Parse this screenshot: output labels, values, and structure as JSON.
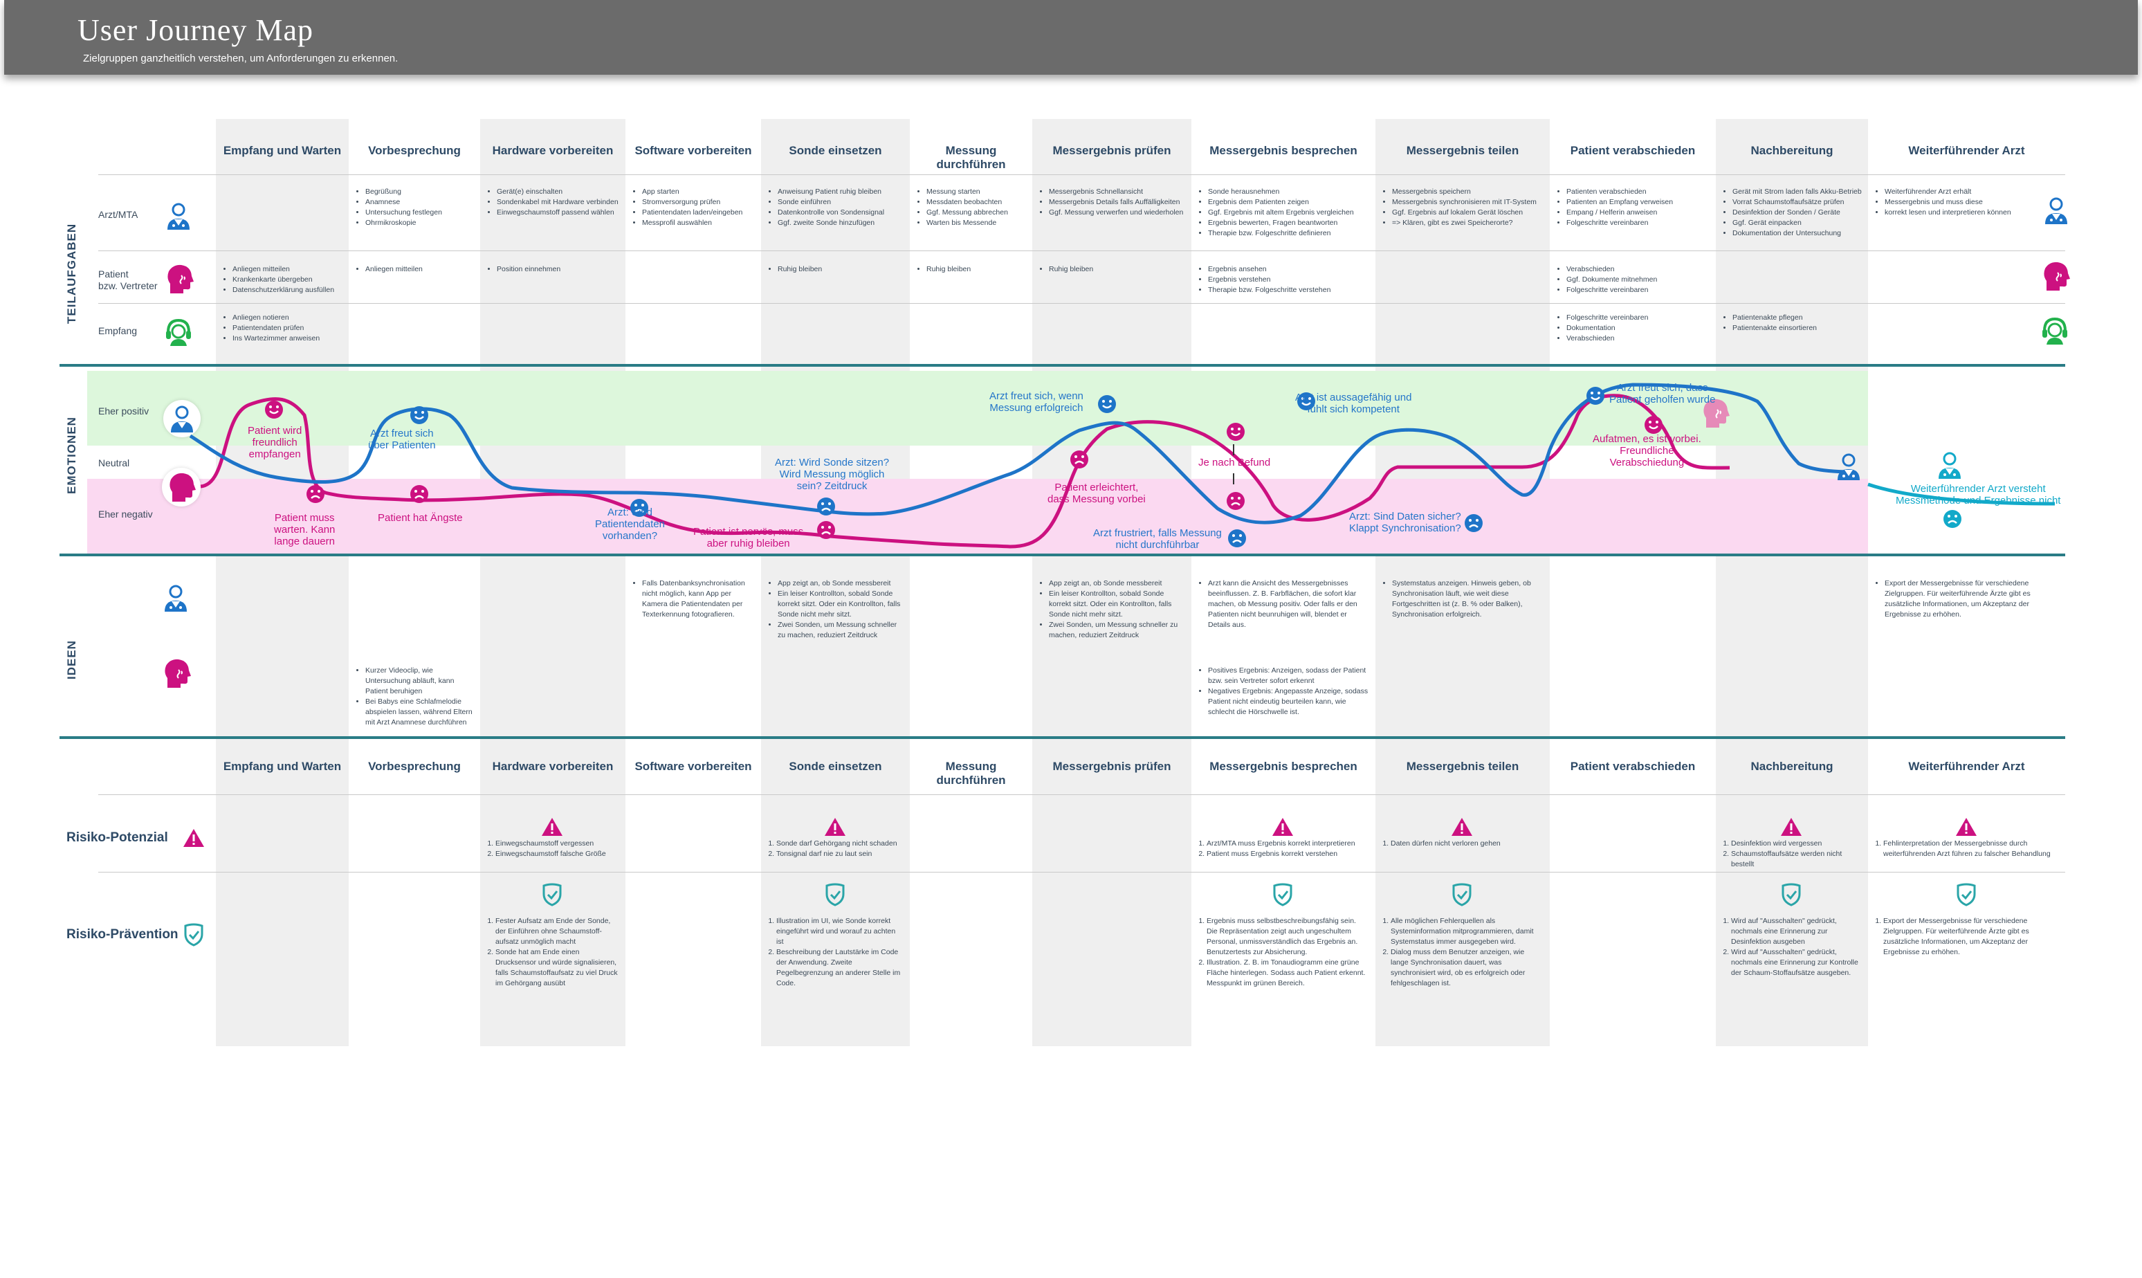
{
  "header": {
    "title": "User Journey Map",
    "subtitle": "Zielgruppen ganzheitlich verstehen, um Anforderungen zu erkennen."
  },
  "phases": [
    "Empfang und Warten",
    "Vorbesprechung",
    "Hardware vorbereiten",
    "Software vorbereiten",
    "Sonde einsetzen",
    "Messung durchführen",
    "Messergebnis prüfen",
    "Messergebnis besprechen",
    "Messergebnis teilen",
    "Patient verabschieden",
    "Nachbereitung",
    "Weiterführender Arzt"
  ],
  "sections": {
    "teilaufgaben": "TEILAUFGABEN",
    "emotionen": "EMOTIONEN",
    "ideen": "IDEEN"
  },
  "roles": {
    "arzt": "Arzt/MTA",
    "patient": "Patient\nbzw. Vertreter",
    "empfang": "Empfang"
  },
  "emotion_levels": {
    "positive": "Eher positiv",
    "neutral": "Neutral",
    "negative": "Eher negativ"
  },
  "tasks": {
    "arzt": {
      "1": [
        "Begrüßung",
        "Anamnese",
        "Untersuchung festlegen",
        "Ohrmikroskopie"
      ],
      "2": [
        "Gerät(e) einschalten",
        "Sondenkabel mit Hardware verbinden",
        "Einwegschaumstoff passend wählen"
      ],
      "3": [
        "App starten",
        "Stromversorgung prüfen",
        "Patientendaten laden/eingeben",
        "Messprofil auswählen"
      ],
      "4": [
        "Anweisung Patient ruhig bleiben",
        "Sonde einführen",
        "Datenkontrolle von Sondensignal",
        "Ggf. zweite Sonde hinzufügen"
      ],
      "5": [
        "Messung starten",
        "Messdaten beobachten",
        "Ggf. Messung abbrechen",
        "Warten bis Messende"
      ],
      "6": [
        "Messergebnis Schnellansicht",
        "Messergebnis Details falls Auffälligkeiten",
        "Ggf. Messung verwerfen und wiederholen"
      ],
      "7": [
        "Sonde herausnehmen",
        "Ergebnis dem Patienten zeigen",
        "Ggf. Ergebnis mit altem Ergebnis vergleichen",
        "Ergebnis bewerten, Fragen beantworten",
        "Therapie bzw. Folgeschritte definieren"
      ],
      "8": [
        "Messergebnis speichern",
        "Messergebnis synchronisieren mit IT-System",
        "Ggf. Ergebnis auf lokalem Gerät löschen",
        "=> Klären, gibt es zwei Speicherorte?"
      ],
      "9": [
        "Patienten verabschieden",
        "Patienten an Empfang verweisen",
        "Empang / Helferin anweisen",
        "Folgeschritte vereinbaren"
      ],
      "10": [
        "Gerät mit Strom laden falls Akku-Betrieb",
        "Vorrat Schaumstoffaufsätze prüfen",
        "Desinfektion der Sonden / Geräte",
        "Ggf. Gerät einpacken",
        "Dokumentation der Untersuchung"
      ],
      "11": [
        "Weiterführender Arzt erhält",
        "Messergebnis und muss diese",
        "korrekt lesen und interpretieren können"
      ]
    },
    "patient": {
      "0": [
        "Anliegen mitteilen",
        "Krankenkarte übergeben",
        "Datenschutzerklärung ausfüllen"
      ],
      "1": [
        "Anliegen mitteilen"
      ],
      "2": [
        "Position einnehmen"
      ],
      "4": [
        "Ruhig bleiben"
      ],
      "5": [
        "Ruhig bleiben"
      ],
      "6": [
        "Ruhig bleiben"
      ],
      "7": [
        "Ergebnis ansehen",
        "Ergebnis verstehen",
        "Therapie bzw. Folgeschritte verstehen"
      ],
      "9": [
        "Verabschieden",
        "Ggf. Dokumente mitnehmen",
        "Folgeschritte vereinbaren"
      ]
    },
    "empfang": {
      "0": [
        "Anliegen notieren",
        "Patientendaten prüfen",
        "Ins Wartezimmer anweisen"
      ],
      "9": [
        "Folgeschritte vereinbaren",
        "Dokumentation",
        "Verabschieden"
      ],
      "10": [
        "Patientenakte pflegen",
        "Patientenakte einsortieren"
      ]
    }
  },
  "emotions": [
    {
      "text": "Patient wird\nfreundlich\nempfangen",
      "c": "mag"
    },
    {
      "text": "Patient muss\nwarten. Kann\nlange dauern",
      "c": "mag"
    },
    {
      "text": "Arzt freut sich\nüber Patienten",
      "c": "blue"
    },
    {
      "text": "Patient hat Ängste",
      "c": "mag"
    },
    {
      "text": "Arzt: Sind\nPatientendaten\nvorhanden?",
      "c": "blue"
    },
    {
      "text": "Patient ist nervös, muss\naber ruhig bleiben",
      "c": "mag"
    },
    {
      "text": "Arzt: Wird Sonde sitzen?\nWird Messung möglich\nsein? Zeitdruck",
      "c": "blue"
    },
    {
      "text": "Arzt freut sich, wenn\nMessung erfolgreich",
      "c": "blue"
    },
    {
      "text": "Patient erleichtert,\ndass Messung vorbei",
      "c": "mag"
    },
    {
      "text": "Arzt frustriert, falls Messung\nnicht durchführbar",
      "c": "blue"
    },
    {
      "text": "Je nach Befund",
      "c": "mag"
    },
    {
      "text": "Arzt ist aussagefähig und\nfühlt sich kompetent",
      "c": "blue"
    },
    {
      "text": "Arzt: Sind Daten sicher?\nKlappt Synchronisation?",
      "c": "blue"
    },
    {
      "text": "Arzt freut sich, dass\nPatient geholfen wurde",
      "c": "blue"
    },
    {
      "text": "Aufatmen, es ist vorbei.\nFreundliche\nVerabschiedung",
      "c": "mag"
    },
    {
      "text": "Weiterführender Arzt versteht\nMessmethode und Ergebnisse nicht",
      "c": "cyan"
    }
  ],
  "ideas": {
    "arzt": {
      "3": [
        "Falls Datenbanksynchronisation nicht möglich, kann App per Kamera die Patientendaten per Texterkennung fotografieren."
      ],
      "4": [
        "App zeigt an, ob Sonde messbereit",
        "Ein leiser Kontrollton, sobald Sonde korrekt sitzt. Oder ein Kontrollton, falls Sonde nicht mehr sitzt.",
        "Zwei Sonden, um Messung schneller zu machen, reduziert Zeitdruck"
      ],
      "6": [
        "App zeigt an, ob Sonde messbereit",
        "Ein leiser Kontrollton, sobald Sonde korrekt sitzt. Oder ein Kontrollton, falls Sonde nicht mehr sitzt.",
        "Zwei Sonden, um Messung schneller zu machen, reduziert Zeitdruck"
      ],
      "7": [
        "Arzt kann die Ansicht des Messergebnisses beeinflussen. Z. B. Farbflächen, die sofort klar machen, ob Messung positiv. Oder falls er den Patienten nicht beunruhigen will, blendet er Details aus."
      ],
      "8": [
        "Systemstatus anzeigen. Hinweis geben, ob Synchronisation läuft, wie weit diese Fortgeschritten ist (z. B. % oder Balken), Synchronisation erfolgreich."
      ],
      "11": [
        "Export der Messergebnisse für verschiedene Zielgruppen. Für weiterführende Ärzte gibt es zusätzliche Informationen, um Akzeptanz der Ergebnisse zu erhöhen."
      ]
    },
    "patient": {
      "1": [
        "Kurzer Videoclip, wie Untersuchung abläuft, kann Patient beruhigen",
        "Bei Babys eine Schlafmelodie abspielen lassen, während Eltern mit Arzt Anamnese durchführen"
      ],
      "7": [
        "Positives Ergebnis: Anzeigen, sodass der Patient bzw. sein Vertreter sofort erkennt",
        "Negatives Ergebnis: Angepasste Anzeige, sodass Patient nicht eindeutig beurteilen kann, wie schlecht die Hörschwelle ist."
      ]
    }
  },
  "risk_labels": {
    "potenzial": "Risiko-Potenzial",
    "praevention": "Risiko-Prävention"
  },
  "risks": {
    "2": [
      "Einwegschaumstoff vergessen",
      "Einwegschaumstoff falsche Größe"
    ],
    "4": [
      "Sonde darf Gehörgang nicht schaden",
      "Tonsignal darf nie zu laut sein"
    ],
    "7": [
      "Arzt/MTA muss Ergebnis korrekt interpretieren",
      "Patient muss Ergebnis korrekt verstehen"
    ],
    "8": [
      "Daten dürfen nicht verloren gehen"
    ],
    "10": [
      "Desinfektion wird vergessen",
      "Schaumstoffaufsätze werden nicht bestellt"
    ],
    "11": [
      "Fehlinterpretation der Messergebnisse durch weiterführenden Arzt führen zu falscher Behandlung"
    ]
  },
  "preventions": {
    "2": [
      "Fester Aufsatz am Ende der Sonde, der Einführen ohne Schaumstoff-aufsatz unmöglich macht",
      "Sonde hat am Ende einen Drucksensor und würde signalisieren, falls Schaumstoffaufsatz zu viel Druck im Gehörgang ausübt"
    ],
    "4": [
      "Illustration im UI, wie Sonde korrekt eingeführt wird und worauf zu achten ist",
      "Beschreibung der Lautstärke im Code der Anwendung. Zweite Pegelbegrenzung an anderer Stelle im Code."
    ],
    "7": [
      "Ergebnis muss selbstbeschreibungsfähig sein. Die Repräsentation zeigt auch ungeschultem Personal, unmissverständlich das Ergebnis an. Benutzertests zur Absicherung.",
      "Illustration. Z. B. im Tonaudiogramm eine grüne Fläche hinterlegen. Sodass auch Patient erkennt. Messpunkt im grünen Bereich."
    ],
    "8": [
      "Alle möglichen Fehlerquellen als Systeminformation mitprogrammieren, damit Systemstatus immer ausgegeben wird.",
      "Dialog muss dem Benutzer anzeigen, wie lange Synchronisation dauert, was synchronisiert wird, ob es erfolgreich oder fehlgeschlagen ist."
    ],
    "10": [
      "Wird auf \"Ausschalten\" gedrückt, nochmals eine Erinnerung zur Desinfektion ausgeben",
      "Wird auf \"Ausschalten\" gedrückt, nochmals eine Erinnerung zur Kontrolle der Schaum-Stoffaufsätze ausgeben."
    ],
    "11": [
      "Export der Messergebnisse für verschiedene Zielgruppen. Für weiterführende Ärzte gibt es zusätzliche Informationen, um Akzeptanz der Ergebnisse zu erhöhen."
    ]
  },
  "colors": {
    "blue": "#2576c9",
    "magenta": "#cc1180",
    "cyan": "#12a9c9",
    "green": "#22b14c",
    "teal": "#2a7c86",
    "positive_band": "#ddf7dc",
    "negative_band": "#fbd9f1"
  }
}
